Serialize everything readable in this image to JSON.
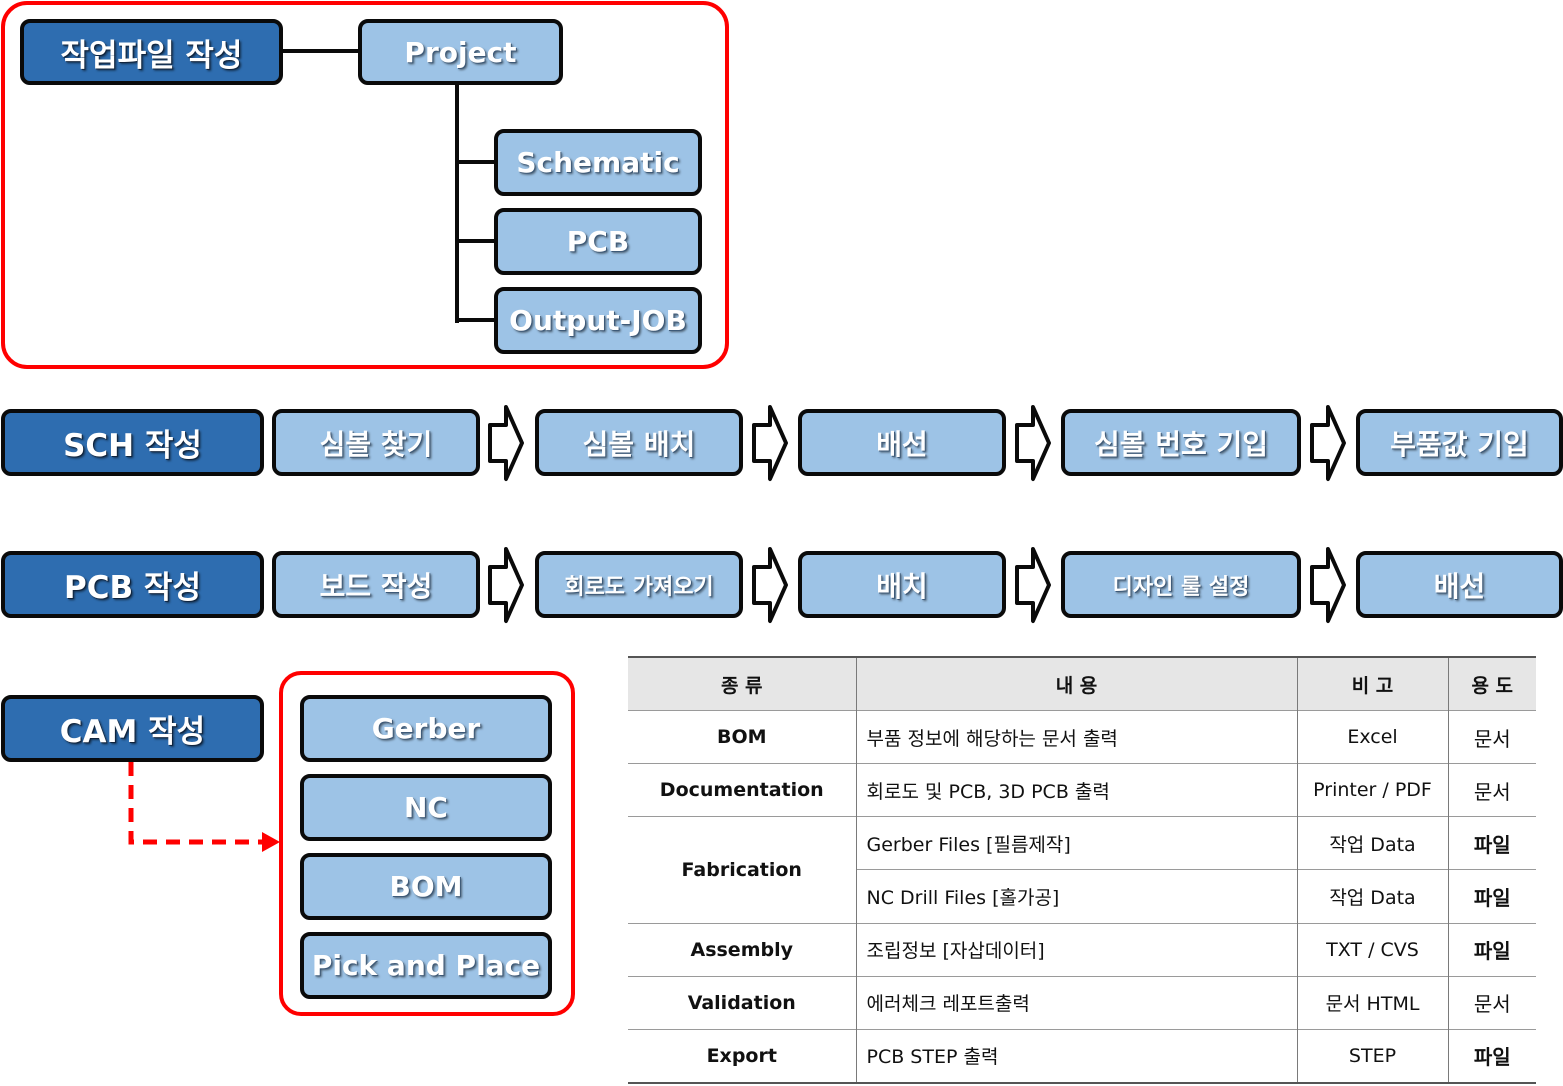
{
  "top": {
    "main": "작업파일 작성",
    "project": "Project",
    "children": [
      "Schematic",
      "PCB",
      "Output-JOB"
    ]
  },
  "sch": {
    "label": "SCH 작성",
    "steps": [
      "심볼 찾기",
      "심볼 배치",
      "배선",
      "심볼 번호 기입",
      "부품값 기입"
    ]
  },
  "pcb": {
    "label": "PCB 작성",
    "steps": [
      "보드 작성",
      "회로도 가져오기",
      "배치",
      "디자인 룰 설정",
      "배선"
    ]
  },
  "cam": {
    "label": "CAM 작성",
    "outputs": [
      "Gerber",
      "NC",
      "BOM",
      "Pick and Place"
    ]
  },
  "table": {
    "headers": [
      "종 류",
      "내 용",
      "비 고",
      "용 도"
    ],
    "rows": [
      {
        "category": "BOM",
        "content": "부품 정보에 해당하는 문서 출력",
        "note": "Excel",
        "usage": "문서"
      },
      {
        "category": "Documentation",
        "content": "회로도 및 PCB, 3D PCB 출력",
        "note": "Printer / PDF",
        "usage": "문서"
      },
      {
        "category": "Fabrication",
        "content": "Gerber Files [필름제작]",
        "note": "작업 Data",
        "usage": "파일"
      },
      {
        "category": "",
        "content": "NC Drill Files [홀가공]",
        "note": "작업 Data",
        "usage": "파일"
      },
      {
        "category": "Assembly",
        "content": "조립정보 [자삽데이터]",
        "note": "TXT / CVS",
        "usage": "파일"
      },
      {
        "category": "Validation",
        "content": "에러체크 레포트출력",
        "note": "문서 HTML",
        "usage": "문서"
      },
      {
        "category": "Export",
        "content": "PCB STEP 출력",
        "note": "STEP",
        "usage": "파일"
      }
    ]
  },
  "colors": {
    "frame": "#ff0000",
    "dark_box": "#2e6db0",
    "light_box": "#9dc3e6",
    "header_bg": "#e6e6e6"
  }
}
